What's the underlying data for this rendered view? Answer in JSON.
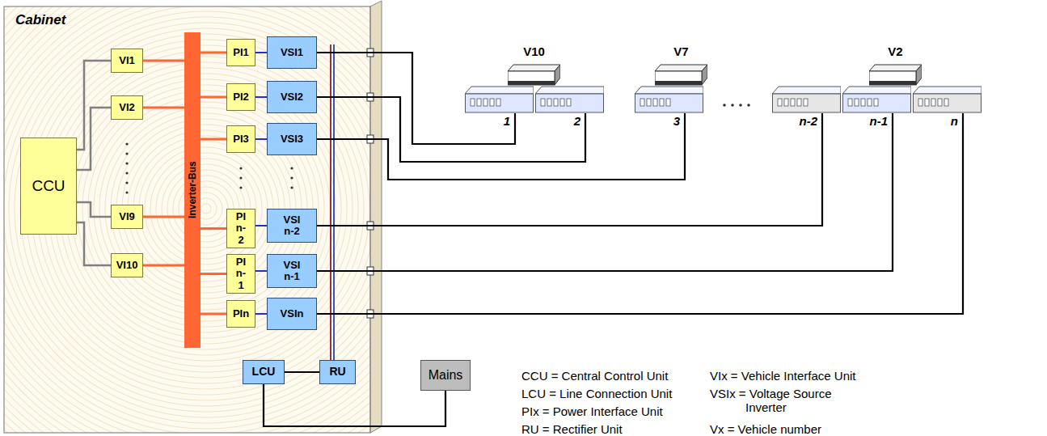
{
  "diagram": {
    "nodes": [
      {
        "text": [
          "Cabinet"
        ]
      },
      {
        "text": [
          "CCU"
        ],
        "in": 0
      },
      {
        "text": [
          "VI1"
        ],
        "in": 0
      },
      {
        "text": [
          "VI2"
        ],
        "in": 0
      },
      {
        "text": [
          "VI9"
        ],
        "in": 0
      },
      {
        "text": [
          "VI10"
        ],
        "in": 0
      },
      {
        "text": [
          "Inverter-Bus"
        ],
        "in": 0
      },
      {
        "text": [
          "PI1"
        ],
        "in": 0
      },
      {
        "text": [
          "PI2"
        ],
        "in": 0
      },
      {
        "text": [
          "PI3"
        ],
        "in": 0
      },
      {
        "text": [
          "PI n-2"
        ],
        "in": 0
      },
      {
        "text": [
          "PI n-1"
        ],
        "in": 0
      },
      {
        "text": [
          "PIn"
        ],
        "in": 0
      },
      {
        "text": [
          "VSI1"
        ],
        "in": 0
      },
      {
        "text": [
          "VSI2"
        ],
        "in": 0
      },
      {
        "text": [
          "VSI3"
        ],
        "in": 0
      },
      {
        "text": [
          "VSI n-2"
        ],
        "in": 0
      },
      {
        "text": [
          "VSI n-1"
        ],
        "in": 0
      },
      {
        "text": [
          "VSIn"
        ],
        "in": 0
      },
      {
        "text": [
          "LCU"
        ],
        "in": 0
      },
      {
        "text": [
          "RU"
        ],
        "in": 0
      },
      {
        "text": [
          "Mains"
        ]
      },
      {
        "text": [
          "V10"
        ]
      },
      {
        "text": [
          "V7"
        ]
      },
      {
        "text": [
          "V2"
        ]
      },
      {
        "text": [
          "1"
        ]
      },
      {
        "text": [
          "2"
        ]
      },
      {
        "text": [
          "3"
        ]
      },
      {
        "text": [
          "n-2"
        ]
      },
      {
        "text": [
          "n-1"
        ]
      },
      {
        "text": [
          "n"
        ]
      }
    ],
    "edges": [
      {
        "from": 1,
        "to": 2,
        "arrow": "none"
      },
      {
        "from": 1,
        "to": 3,
        "arrow": "none"
      },
      {
        "from": 1,
        "to": 4,
        "arrow": "none"
      },
      {
        "from": 1,
        "to": 5,
        "arrow": "none"
      },
      {
        "from": 2,
        "to": 6,
        "arrow": "none"
      },
      {
        "from": 3,
        "to": 6,
        "arrow": "none"
      },
      {
        "from": 4,
        "to": 6,
        "arrow": "none"
      },
      {
        "from": 5,
        "to": 6,
        "arrow": "none"
      },
      {
        "from": 6,
        "to": 7,
        "arrow": "none"
      },
      {
        "from": 6,
        "to": 8,
        "arrow": "none"
      },
      {
        "from": 6,
        "to": 9,
        "arrow": "none"
      },
      {
        "from": 6,
        "to": 10,
        "arrow": "none"
      },
      {
        "from": 6,
        "to": 11,
        "arrow": "none"
      },
      {
        "from": 6,
        "to": 12,
        "arrow": "none"
      },
      {
        "from": 7,
        "to": 13,
        "arrow": "none"
      },
      {
        "from": 8,
        "to": 14,
        "arrow": "none"
      },
      {
        "from": 9,
        "to": 15,
        "arrow": "none"
      },
      {
        "from": 10,
        "to": 16,
        "arrow": "none"
      },
      {
        "from": 11,
        "to": 17,
        "arrow": "none"
      },
      {
        "from": 12,
        "to": 18,
        "arrow": "none"
      },
      {
        "from": 13,
        "to": 25,
        "arrow": "none"
      },
      {
        "from": 14,
        "to": 26,
        "arrow": "none"
      },
      {
        "from": 15,
        "to": 27,
        "arrow": "none"
      },
      {
        "from": 16,
        "to": 28,
        "arrow": "none"
      },
      {
        "from": 17,
        "to": 29,
        "arrow": "none"
      },
      {
        "from": 18,
        "to": 30,
        "arrow": "none"
      },
      {
        "from": 19,
        "to": 20,
        "arrow": "none"
      },
      {
        "from": 21,
        "to": 19,
        "arrow": "none"
      }
    ],
    "labels": [
      "CCU = Central Control Unit",
      "LCU = Line Connection Unit",
      "PIx = Power Interface Unit",
      "RU = Rectifier Unit",
      "VIx = Vehicle Interface Unit",
      "VSIx = Voltage Source Inverter",
      "Vx = Vehicle number"
    ]
  }
}
